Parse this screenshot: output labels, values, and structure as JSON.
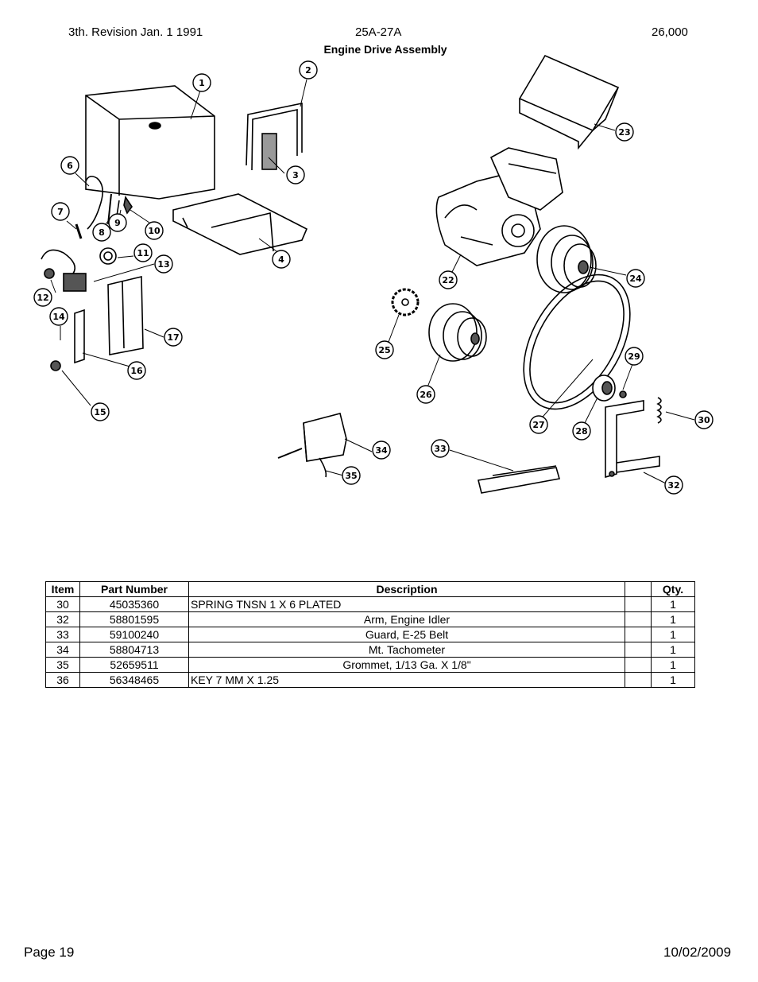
{
  "header": {
    "revision": "3th. Revision Jan. 1 1991",
    "model": "25A-27A",
    "code": "26,000"
  },
  "title": "Engine Drive Assembly",
  "diagram": {
    "callouts": [
      "1",
      "2",
      "3",
      "4",
      "6",
      "7",
      "8",
      "9",
      "10",
      "11",
      "12",
      "13",
      "14",
      "15",
      "16",
      "17",
      "22",
      "23",
      "24",
      "25",
      "26",
      "27",
      "28",
      "29",
      "30",
      "32",
      "33",
      "34",
      "35"
    ]
  },
  "table": {
    "headers": [
      "Item",
      "Part Number",
      "Description",
      "",
      "Qty."
    ],
    "rows": [
      {
        "item": "30",
        "part": "45035360",
        "desc": "SPRING TNSN 1 X 6 PLATED",
        "align": "left",
        "qty": "1"
      },
      {
        "item": "32",
        "part": "58801595",
        "desc": "Arm, Engine Idler",
        "align": "center",
        "qty": "1"
      },
      {
        "item": "33",
        "part": "59100240",
        "desc": "Guard, E-25 Belt",
        "align": "center",
        "qty": "1"
      },
      {
        "item": "34",
        "part": "58804713",
        "desc": "Mt. Tachometer",
        "align": "center",
        "qty": "1"
      },
      {
        "item": "35",
        "part": "52659511",
        "desc": "Grommet, 1/13 Ga. X 1/8\"",
        "align": "center",
        "qty": "1"
      },
      {
        "item": "36",
        "part": "56348465",
        "desc": "KEY 7 MM X 1.25",
        "align": "left",
        "qty": "1"
      }
    ]
  },
  "footer": {
    "page": "Page 19",
    "date": "10/02/2009"
  }
}
